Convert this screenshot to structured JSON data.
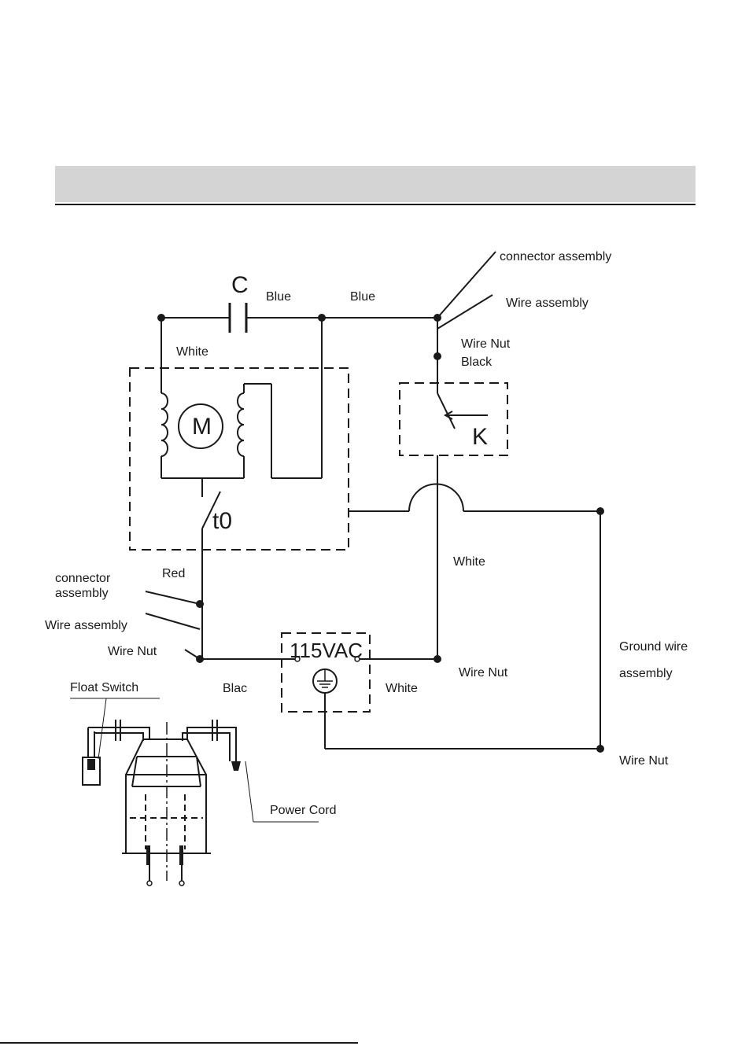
{
  "labels": {
    "capacitor_symbol": "C",
    "motor_symbol": "M",
    "relay_symbol": "K",
    "thermal_symbol": "t0",
    "supply_symbol": "115VAC",
    "blue_left": "Blue",
    "blue_right": "Blue",
    "white_motor": "White",
    "connector_assembly_top": "connector assembly",
    "wire_assembly_top": "Wire assembly",
    "wire_nut_top": "Wire Nut",
    "black_top": "Black",
    "white_vertical": "White",
    "red": "Red",
    "connector_left_line1": "connector",
    "connector_left_line2": "assembly",
    "wire_assembly_left": "Wire assembly",
    "wire_nut_left": "Wire Nut",
    "blac": "Blac",
    "white_bottom": "White",
    "wire_nut_mid": "Wire Nut",
    "ground_line1": "Ground wire",
    "ground_line2": "assembly",
    "wire_nut_bottom": "Wire Nut",
    "float_switch": "Float Switch",
    "power_cord": "Power Cord"
  }
}
